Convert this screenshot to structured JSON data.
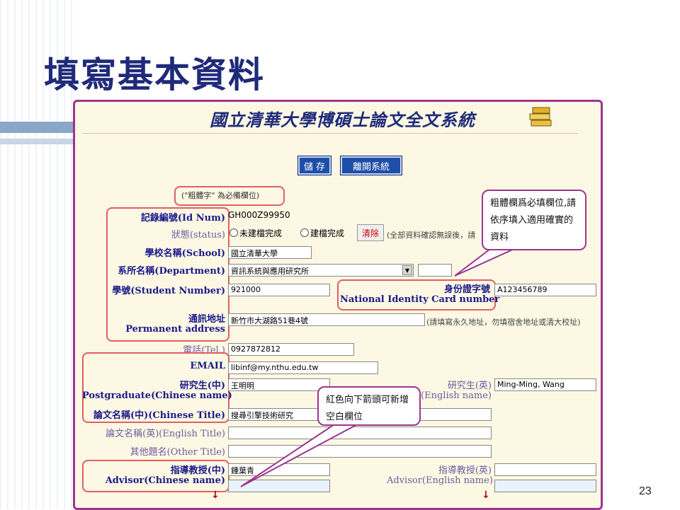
{
  "slide": {
    "title": "填寫基本資料",
    "page_number": "23"
  },
  "app": {
    "title": "國立清華大學博碩士論文全文系統",
    "buttons": {
      "save": "儲 存",
      "exit": "離開系統"
    },
    "bold_note": "(\"粗體字\" 為必備欄位)",
    "fields": {
      "id_num": {
        "label": "記錄編號(Id Num)",
        "value": "GH000Z99950"
      },
      "status": {
        "label": "狀態(status)",
        "options": [
          "未建檔完成",
          "建檔完成"
        ],
        "clear": "清除",
        "note": "(全部資料確認無誤後，請"
      },
      "school": {
        "label": "學校名稱(School)",
        "value": "國立清華大學"
      },
      "department": {
        "label": "系所名稱(Department)",
        "value": "資訊系統與應用研究所"
      },
      "student_number": {
        "label": "學號(Student Number)",
        "value": "921000"
      },
      "national_id": {
        "label_zh": "身份證字號",
        "label_en": "National Identity Card number",
        "value": "A123456789"
      },
      "address": {
        "label_zh": "通訊地址",
        "label_en": "Permanent address",
        "value": "新竹市大湖路51巷4號",
        "note": "(請填寫永久地址，勿填宿舍地址或清大校址)"
      },
      "tel": {
        "label": "電話(Tel.)",
        "value": "0927872812"
      },
      "email": {
        "label": "EMAIL",
        "value": "libinf@my.nthu.edu.tw"
      },
      "name_zh": {
        "label_zh": "研究生(中)",
        "label_en": "Postgraduate(Chinese name)",
        "value": "王明明"
      },
      "name_en": {
        "label_zh": "研究生(英)",
        "label_en": "e(English name)",
        "value": "Ming-Ming, Wang"
      },
      "title_zh": {
        "label": "論文名稱(中)(Chinese Title)",
        "value": "搜尋引擎技術研究"
      },
      "title_en": {
        "label": "論文名稱(英)(English Title)",
        "value": ""
      },
      "other_title": {
        "label": "其他題名(Other Title)",
        "value": ""
      },
      "advisor_zh": {
        "label_zh": "指導教授(中)",
        "label_en": "Advisor(Chinese name)",
        "value": "鍾葉青"
      },
      "advisor_en": {
        "label_zh": "指導教授(英)",
        "label_en": "Advisor(English name)",
        "value": ""
      }
    },
    "add_arrow": "↓"
  },
  "callouts": {
    "bold_required": "粗體欄爲必填欄位,請依序填入適用確實的資料",
    "red_arrow": "紅色向下箭頭可新增空白欄位"
  },
  "colors": {
    "frame": "#9b3590",
    "title": "#1f2a7a",
    "label": "#1a1a8a",
    "highlight": "#e06060",
    "button": "#1f4ea8"
  }
}
